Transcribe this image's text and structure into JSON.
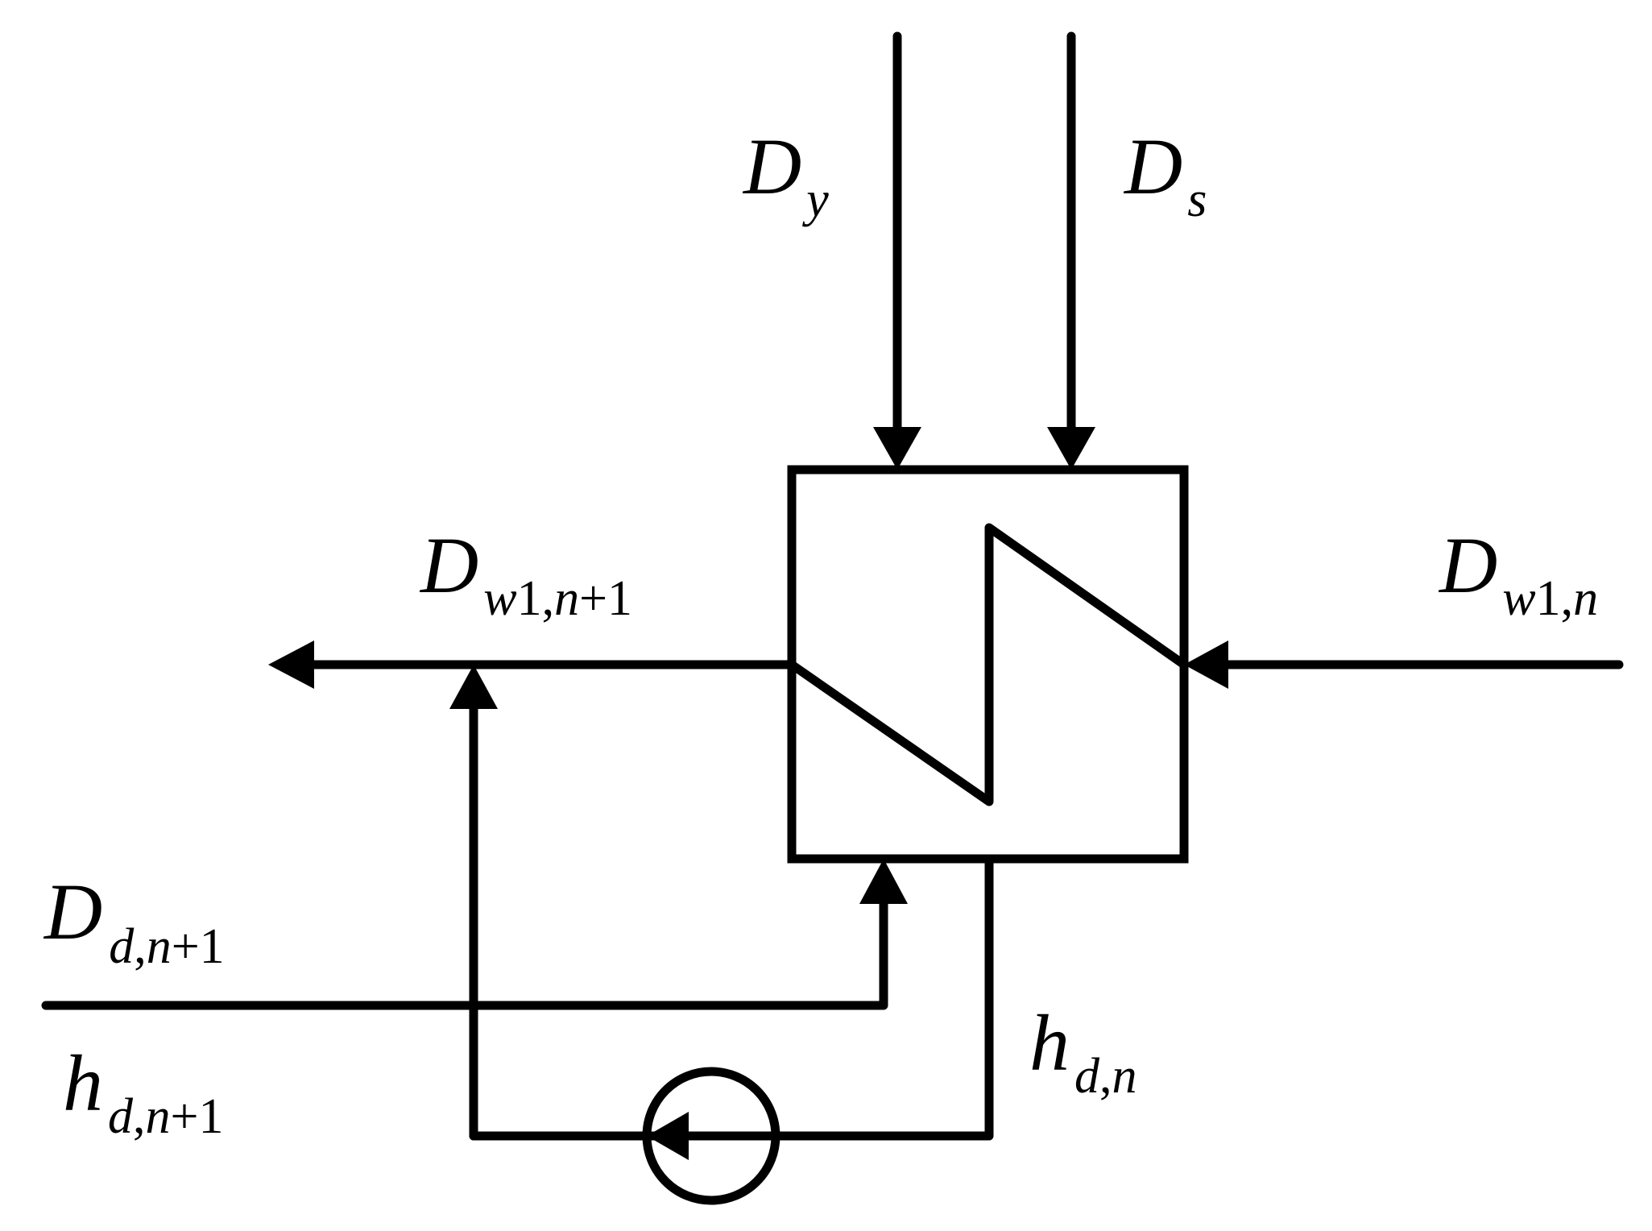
{
  "labels": {
    "steam_y": {
      "main": "D",
      "sub": "y"
    },
    "steam_s": {
      "main": "D",
      "sub": "s"
    },
    "water_out": {
      "main": "D",
      "sub_a": "w",
      "sub_b": "1,",
      "sub_c": "n",
      "sub_d": "+1"
    },
    "water_in": {
      "main": "D",
      "sub_a": "w",
      "sub_b": "1,",
      "sub_c": "n"
    },
    "drain_in_flow": {
      "main": "D",
      "sub_a": "d",
      "sub_b": ",",
      "sub_c": "n",
      "sub_d": "+1"
    },
    "drain_in_enthalpy": {
      "main": "h",
      "sub_a": "d",
      "sub_b": ",",
      "sub_c": "n",
      "sub_d": "+1"
    },
    "drain_out_enthalpy": {
      "main": "h",
      "sub_a": "d",
      "sub_b": ",",
      "sub_c": "n"
    }
  }
}
